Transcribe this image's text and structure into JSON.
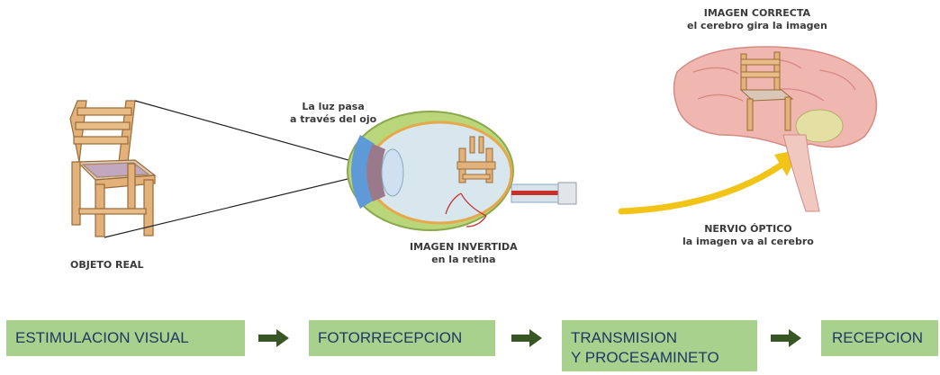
{
  "labels": {
    "object": "OBJETO REAL",
    "light_line1": "La luz pasa",
    "light_line2": "a través del ojo",
    "inverted_line1": "IMAGEN INVERTIDA",
    "inverted_line2": "en la retina",
    "correct_line1": "IMAGEN CORRECTA",
    "correct_line2": "el cerebro gira la imagen",
    "nerve_line1": "NERVIO ÓPTICO",
    "nerve_line2": "la imagen va al cerebro"
  },
  "steps": [
    {
      "line1": "ESTIMULACION VISUAL",
      "line2": ""
    },
    {
      "line1": "FOTORRECEPCION",
      "line2": ""
    },
    {
      "line1": "TRANSMISION",
      "line2": "Y PROCESAMINETO"
    },
    {
      "line1": "RECEPCION",
      "line2": ""
    }
  ],
  "colors": {
    "step_fill": "#a9d18e",
    "step_text": "#1f3864",
    "arrow": "#375623",
    "chair_wood": "#e2b27a",
    "brain": "#f0b7b0",
    "eye_green": "#b9d77a",
    "curved_arrow": "#f2c418"
  },
  "icons": [
    "chair-illustration",
    "eye-cross-section",
    "brain-illustration",
    "curved-arrow",
    "right-arrow-icon"
  ]
}
